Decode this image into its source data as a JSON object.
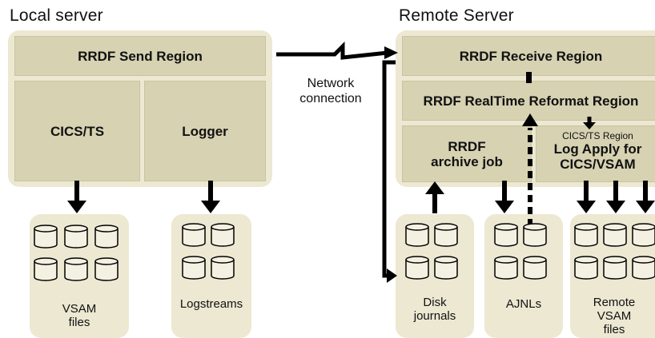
{
  "local": {
    "title": "Local server",
    "send_region": "RRDF Send Region",
    "cics": "CICS/TS",
    "logger": "Logger",
    "vsam_l1": "VSAM",
    "vsam_l2": "files",
    "logstreams": "Logstreams"
  },
  "network": {
    "l1": "Network",
    "l2": "connection"
  },
  "remote": {
    "title": "Remote Server",
    "receive_region": "RRDF Receive Region",
    "reformat_region": "RRDF RealTime Reformat Region",
    "archive_l1": "RRDF",
    "archive_l2": "archive job",
    "cics_region": "CICS/TS Region",
    "log_apply_l1": "Log Apply for",
    "log_apply_l2": "CICS/VSAM",
    "disk_l1": "Disk",
    "disk_l2": "journals",
    "ajnls": "AJNLs",
    "rvsam_l1": "Remote",
    "rvsam_l2": "VSAM",
    "rvsam_l3": "files"
  },
  "colors": {
    "panel": "#ece8d2",
    "box": "#d6d2b2",
    "line": "#000000"
  }
}
